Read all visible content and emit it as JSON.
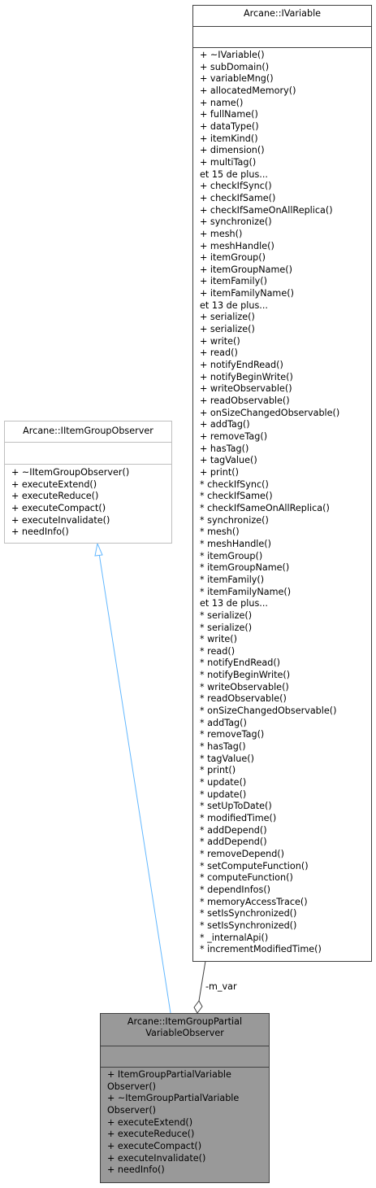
{
  "ivariable": {
    "title": "Arcane::IVariable",
    "methods": [
      "+ ~IVariable()",
      "+ subDomain()",
      "+ variableMng()",
      "+ allocatedMemory()",
      "+ name()",
      "+ fullName()",
      "+ dataType()",
      "+ itemKind()",
      "+ dimension()",
      "+ multiTag()",
      "et 15 de plus...",
      "+ checkIfSync()",
      "+ checkIfSame()",
      "+ checkIfSameOnAllReplica()",
      "+ synchronize()",
      "+ mesh()",
      "+ meshHandle()",
      "+ itemGroup()",
      "+ itemGroupName()",
      "+ itemFamily()",
      "+ itemFamilyName()",
      "et 13 de plus...",
      "+ serialize()",
      "+ serialize()",
      "+ write()",
      "+ read()",
      "+ notifyEndRead()",
      "+ notifyBeginWrite()",
      "+ writeObservable()",
      "+ readObservable()",
      "+ onSizeChangedObservable()",
      "+ addTag()",
      "+ removeTag()",
      "+ hasTag()",
      "+ tagValue()",
      "+ print()",
      "* checkIfSync()",
      "* checkIfSame()",
      "* checkIfSameOnAllReplica()",
      "* synchronize()",
      "* mesh()",
      "* meshHandle()",
      "* itemGroup()",
      "* itemGroupName()",
      "* itemFamily()",
      "* itemFamilyName()",
      "et 13 de plus...",
      "* serialize()",
      "* serialize()",
      "* write()",
      "* read()",
      "* notifyEndRead()",
      "* notifyBeginWrite()",
      "* writeObservable()",
      "* readObservable()",
      "* onSizeChangedObservable()",
      "* addTag()",
      "* removeTag()",
      "* hasTag()",
      "* tagValue()",
      "* print()",
      "* update()",
      "* update()",
      "* setUpToDate()",
      "* modifiedTime()",
      "* addDepend()",
      "* addDepend()",
      "* removeDepend()",
      "* setComputeFunction()",
      "* computeFunction()",
      "* dependInfos()",
      "* memoryAccessTrace()",
      "* setIsSynchronized()",
      "* setIsSynchronized()",
      "* _internalApi()",
      "* incrementModifiedTime()"
    ]
  },
  "iobserver": {
    "title": "Arcane::IItemGroupObserver",
    "methods": [
      "+ ~IItemGroupObserver()",
      "+ executeExtend()",
      "+ executeReduce()",
      "+ executeCompact()",
      "+ executeInvalidate()",
      "+ needInfo()"
    ]
  },
  "partial": {
    "title_lines": [
      "Arcane::ItemGroupPartial",
      "VariableObserver"
    ],
    "methods": [
      "+ ItemGroupPartialVariable",
      "Observer()",
      "+ ~ItemGroupPartialVariable",
      "Observer()",
      "+ executeExtend()",
      "+ executeReduce()",
      "+ executeCompact()",
      "+ executeInvalidate()",
      "+ needInfo()"
    ]
  },
  "relation": {
    "label": "-m_var"
  },
  "colors": {
    "border_dark": "#404040",
    "border_gray": "#bfbfbf",
    "target_fill": "#999999",
    "inherit_edge": "#63b8ff",
    "assoc_edge": "#404040"
  }
}
